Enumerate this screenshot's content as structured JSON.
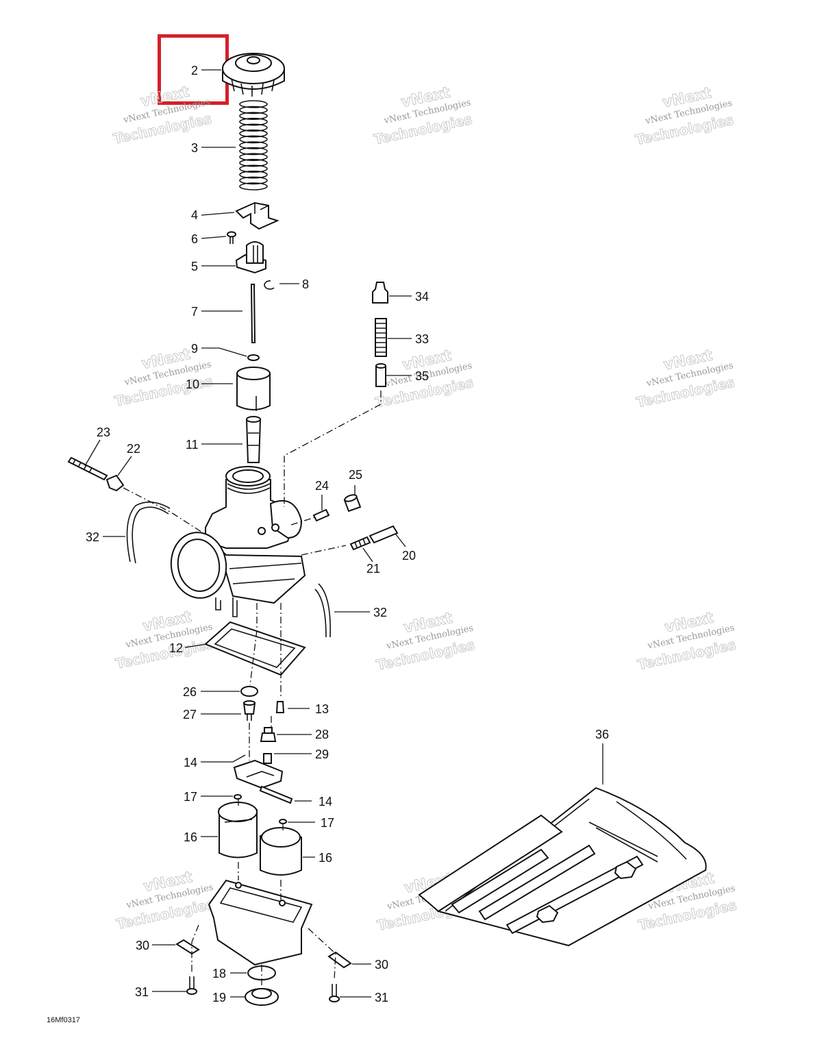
{
  "diagram": {
    "drawing_id": "16Mf0317",
    "watermark": {
      "line1": "vNext",
      "line2": "vNext Technologies",
      "line3": "Technologies"
    },
    "highlight_color": "#d61f26",
    "callouts": {
      "c2": "2",
      "c3": "3",
      "c4": "4",
      "c6": "6",
      "c5": "5",
      "c8": "8",
      "c7": "7",
      "c9": "9",
      "c10": "10",
      "c11": "11",
      "c34": "34",
      "c33": "33",
      "c35": "35",
      "c23": "23",
      "c22": "22",
      "c25": "25",
      "c24": "24",
      "c32a": "32",
      "c20": "20",
      "c21": "21",
      "c32b": "32",
      "c12": "12",
      "c26": "26",
      "c13": "13",
      "c27": "27",
      "c28": "28",
      "c29": "29",
      "c14a": "14",
      "c14b": "14",
      "c17a": "17",
      "c17b": "17",
      "c16a": "16",
      "c16b": "16",
      "c36": "36",
      "c30a": "30",
      "c30b": "30",
      "c18": "18",
      "c31a": "31",
      "c31b": "31",
      "c19": "19"
    }
  }
}
